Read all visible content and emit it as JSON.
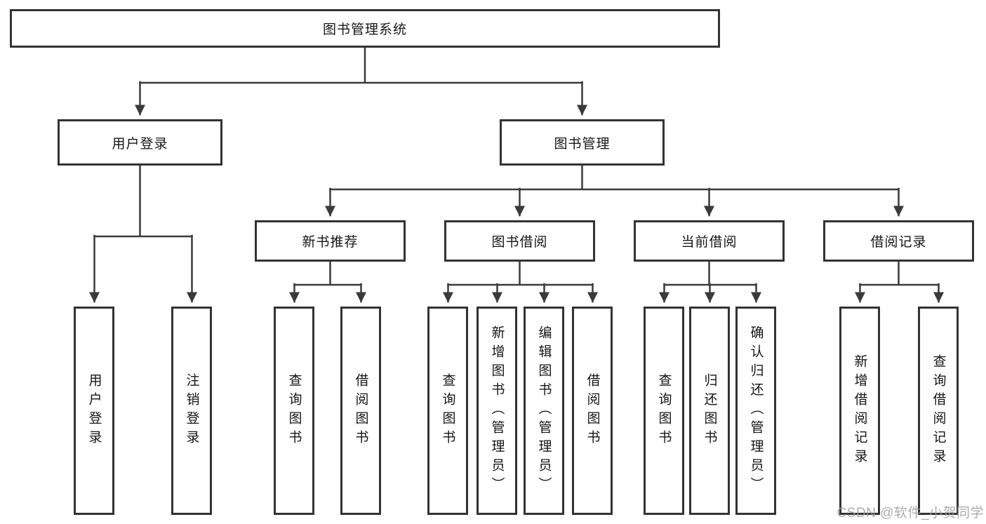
{
  "colors": {
    "line": "#3a3a3a",
    "border": "#333333",
    "text": "#161616",
    "watermark": "#9e9e9e",
    "bg": "#ffffff"
  },
  "tree": {
    "label": "图书管理系统",
    "children": [
      {
        "label": "用户登录",
        "children": [
          {
            "label": "用户登录"
          },
          {
            "label": "注销登录"
          }
        ]
      },
      {
        "label": "图书管理",
        "children": [
          {
            "label": "新书推荐",
            "children": [
              {
                "label": "查询图书"
              },
              {
                "label": "借阅图书"
              }
            ]
          },
          {
            "label": "图书借阅",
            "children": [
              {
                "label": "查询图书"
              },
              {
                "label": "新增图书（管理员）"
              },
              {
                "label": "编辑图书（管理员）"
              },
              {
                "label": "借阅图书"
              }
            ]
          },
          {
            "label": "当前借阅",
            "children": [
              {
                "label": "查询图书"
              },
              {
                "label": "归还图书"
              },
              {
                "label": "确认归还（管理员）"
              }
            ]
          },
          {
            "label": "借阅记录",
            "children": [
              {
                "label": "新增借阅记录"
              },
              {
                "label": "查询借阅记录"
              }
            ]
          }
        ]
      }
    ]
  },
  "watermark": {
    "text": "CSDN @软件_小贺同学"
  }
}
